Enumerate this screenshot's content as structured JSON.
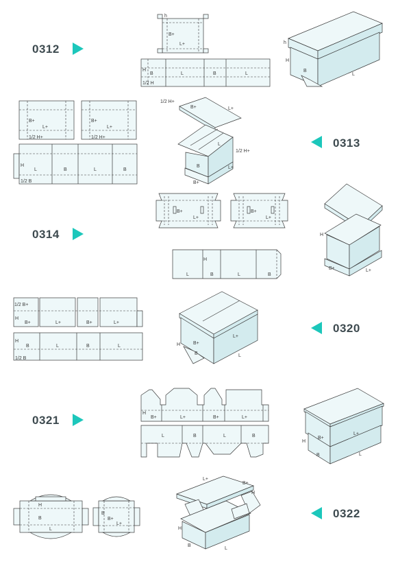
{
  "accent_color": "#1cc7bb",
  "panel_fill": "#eef8f9",
  "styles": [
    {
      "code": "0312",
      "arrow": "right",
      "labels": {
        "h": "h",
        "bp": "B+",
        "lp": "L+",
        "half_h": "1/2 H",
        "hh": "H",
        "b": "B",
        "l": "L"
      }
    },
    {
      "code": "0313",
      "arrow": "left",
      "labels": {
        "half_hp": "1/2 H+",
        "bp": "B+",
        "lp": "L+",
        "h": "H",
        "b": "B",
        "l": "L",
        "half_b": "1/2 B"
      }
    },
    {
      "code": "0314",
      "arrow": "right",
      "labels": {
        "bp": "B+",
        "lp": "L+",
        "h": "H",
        "b": "B",
        "l": "L"
      }
    },
    {
      "code": "0320",
      "arrow": "left",
      "labels": {
        "half_bp": "1/2 B+",
        "h": "H",
        "bp": "B+",
        "lp": "L+",
        "b": "B",
        "l": "L",
        "half_b": "1/2 B"
      }
    },
    {
      "code": "0321",
      "arrow": "right",
      "labels": {
        "h": "H",
        "bp": "B+",
        "lp": "L+",
        "b": "B",
        "l": "L"
      }
    },
    {
      "code": "0322",
      "arrow": "left",
      "labels": {
        "h": "H",
        "b": "B",
        "l": "L",
        "bp": "B+",
        "lp": "L+"
      }
    }
  ]
}
